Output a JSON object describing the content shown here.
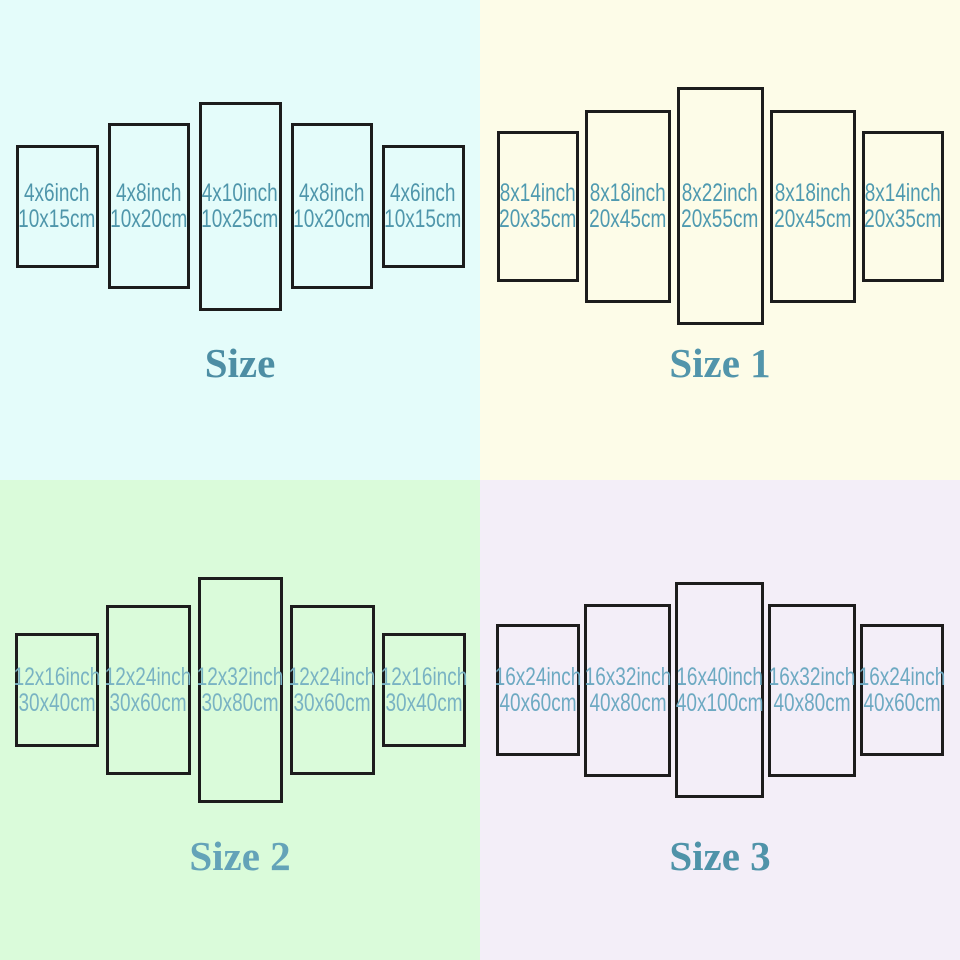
{
  "quadrants": [
    {
      "title": "Size",
      "bg": "#e4fcfa",
      "panel_text_color": "#4f96ab",
      "title_color": "#4d8ea4",
      "panels": [
        {
          "line1": "4x6inch",
          "line2": "10x15cm"
        },
        {
          "line1": "4x8inch",
          "line2": "10x20cm"
        },
        {
          "line1": "4x10inch",
          "line2": "10x25cm"
        },
        {
          "line1": "4x8inch",
          "line2": "10x20cm"
        },
        {
          "line1": "4x6inch",
          "line2": "10x15cm"
        }
      ]
    },
    {
      "title": "Size 1",
      "bg": "#fdfce8",
      "panel_text_color": "#4f9ab0",
      "title_color": "#5295ab",
      "panels": [
        {
          "line1": "8x14inch",
          "line2": "20x35cm"
        },
        {
          "line1": "8x18inch",
          "line2": "20x45cm"
        },
        {
          "line1": "8x22inch",
          "line2": "20x55cm"
        },
        {
          "line1": "8x18inch",
          "line2": "20x45cm"
        },
        {
          "line1": "8x14inch",
          "line2": "20x35cm"
        }
      ]
    },
    {
      "title": "Size 2",
      "bg": "#dafbda",
      "panel_text_color": "#79b3c3",
      "title_color": "#64a3b8",
      "panels": [
        {
          "line1": "12x16inch",
          "line2": "30x40cm"
        },
        {
          "line1": "12x24inch",
          "line2": "30x60cm"
        },
        {
          "line1": "12x32inch",
          "line2": "30x80cm"
        },
        {
          "line1": "12x24inch",
          "line2": "30x60cm"
        },
        {
          "line1": "12x16inch",
          "line2": "30x40cm"
        }
      ]
    },
    {
      "title": "Size 3",
      "bg": "#f3eef8",
      "panel_text_color": "#6da9c2",
      "title_color": "#4f93a9",
      "panels": [
        {
          "line1": "16x24inch",
          "line2": "40x60cm"
        },
        {
          "line1": "16x32inch",
          "line2": "40x80cm"
        },
        {
          "line1": "16x40inch",
          "line2": "40x100cm"
        },
        {
          "line1": "16x32inch",
          "line2": "40x80cm"
        },
        {
          "line1": "16x24inch",
          "line2": "40x60cm"
        }
      ]
    }
  ]
}
